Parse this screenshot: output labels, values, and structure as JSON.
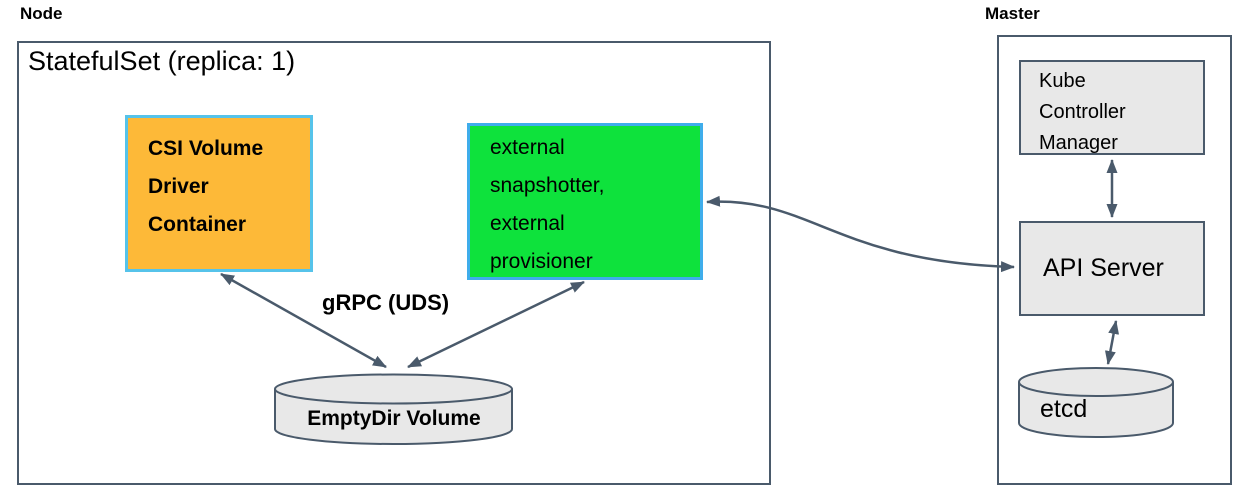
{
  "colors": {
    "outline": "#4a5a6b",
    "box_gray": "#e8e8e8",
    "orange_fill": "#fdb938",
    "orange_border": "#56c3ea",
    "green_fill": "#0ee23c",
    "green_border": "#3fadeb",
    "text": "#111111",
    "bg": "#ffffff"
  },
  "node": {
    "label": "Node",
    "statefulset_title": "StatefulSet (replica: 1)",
    "csi_driver_container": "CSI Volume Driver Container",
    "sidecar_containers": "external snapshotter, external provisioner",
    "grpc_label": "gRPC (UDS)",
    "emptydir_volume": "EmptyDir Volume"
  },
  "master": {
    "label": "Master",
    "kube_controller_manager": "Kube Controller Manager",
    "api_server": "API Server",
    "etcd": "etcd"
  },
  "connections": [
    {
      "from": "csi-driver-container",
      "to": "emptydir-volume",
      "style": "double-arrow",
      "label": "gRPC (UDS)"
    },
    {
      "from": "sidecar-containers",
      "to": "emptydir-volume",
      "style": "double-arrow",
      "label": "gRPC (UDS)"
    },
    {
      "from": "sidecar-containers",
      "to": "api-server",
      "style": "double-arrow-curved"
    },
    {
      "from": "kube-controller-manager",
      "to": "api-server",
      "style": "double-arrow"
    },
    {
      "from": "api-server",
      "to": "etcd",
      "style": "double-arrow"
    }
  ]
}
